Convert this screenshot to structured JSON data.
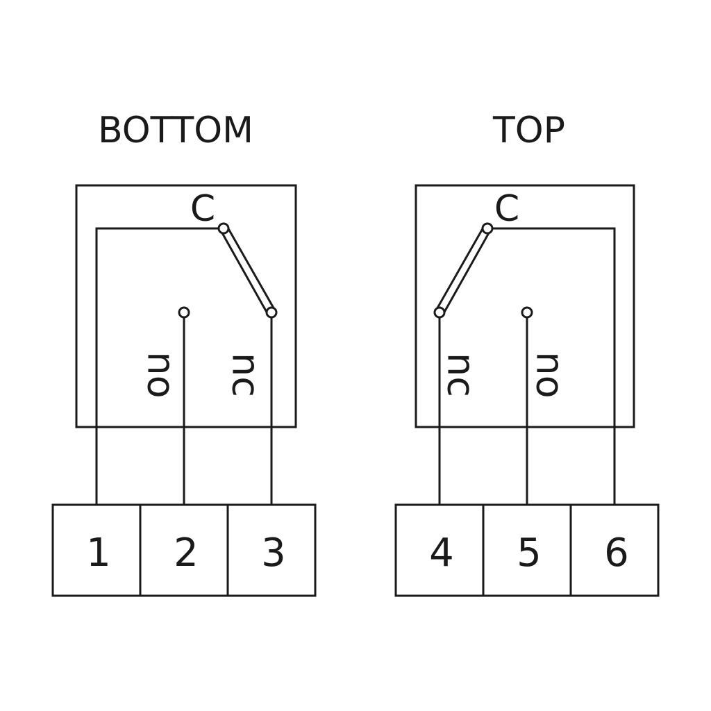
{
  "bottom": {
    "title": "BOTTOM",
    "common_label": "C",
    "no_label": "no",
    "nc_label": "nc",
    "terminals": [
      "1",
      "2",
      "3"
    ]
  },
  "top": {
    "title": "TOP",
    "common_label": "C",
    "no_label": "no",
    "nc_label": "nc",
    "terminals": [
      "4",
      "5",
      "6"
    ]
  },
  "colors": {
    "ink": "#1a1a1a",
    "background": "#ffffff"
  }
}
